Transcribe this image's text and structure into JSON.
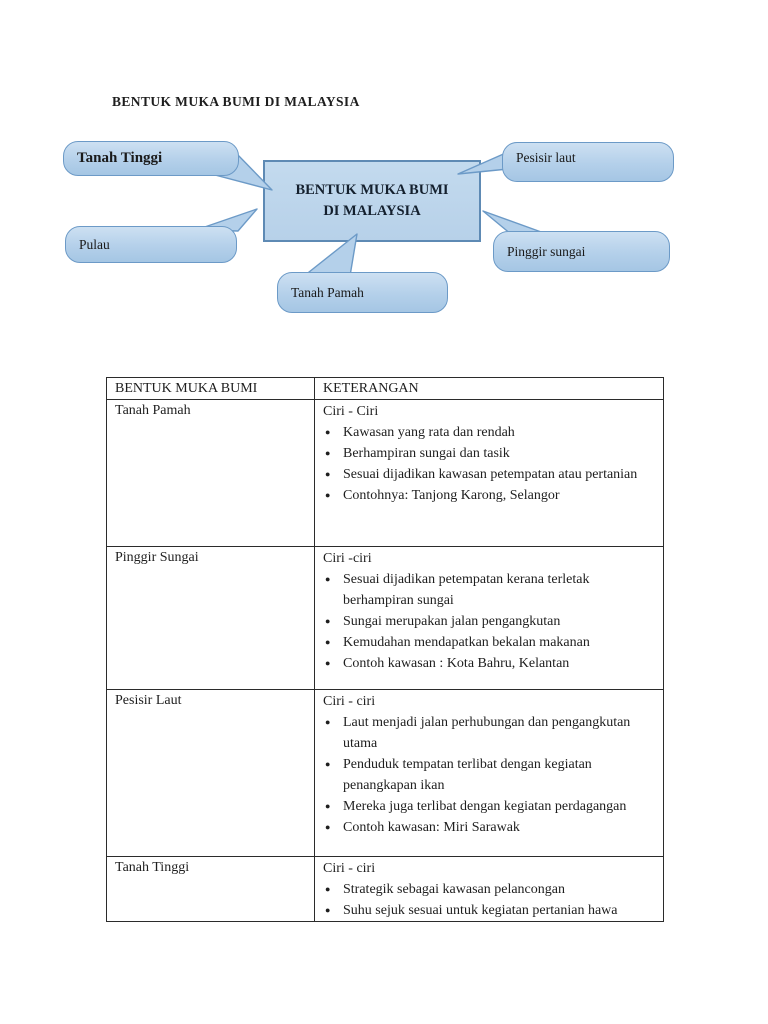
{
  "title": "BENTUK MUKA BUMI DI MALAYSIA",
  "diagram": {
    "center_box": {
      "line1": "BENTUK MUKA BUMI",
      "line2": "DI MALAYSIA"
    },
    "callouts": {
      "tanah_tinggi": "Tanah Tinggi",
      "pesisir_laut": "Pesisir laut",
      "pulau": "Pulau",
      "pinggir_sungai": "Pinggir sungai",
      "tanah_pamah": "Tanah Pamah"
    },
    "colors": {
      "shape_fill": "#b4d0ea",
      "shape_border": "#6c9ac7",
      "center_box_fill": "#bcd4ea",
      "center_box_border": "#5e8ab4"
    }
  },
  "table": {
    "bullet_glyph": "●",
    "headers": [
      "BENTUK MUKA BUMI",
      "KETERANGAN"
    ],
    "rows": [
      {
        "landform": "Tanah Pamah",
        "ciri_heading": "Ciri - Ciri",
        "bullets": [
          "Kawasan yang rata dan rendah",
          "Berhampiran sungai dan tasik",
          "Sesuai dijadikan kawasan petempatan atau pertanian",
          "Contohnya: Tanjong Karong, Selangor"
        ]
      },
      {
        "landform": "Pinggir Sungai",
        "ciri_heading": "Ciri -ciri",
        "bullets": [
          "Sesuai dijadikan petempatan kerana terletak berhampiran sungai",
          "Sungai merupakan jalan pengangkutan",
          "Kemudahan mendapatkan bekalan makanan",
          "Contoh kawasan : Kota Bahru, Kelantan"
        ]
      },
      {
        "landform": "Pesisir Laut",
        "ciri_heading": "Ciri - ciri",
        "bullets": [
          "Laut menjadi jalan perhubungan dan pengangkutan utama",
          "Penduduk tempatan terlibat dengan kegiatan penangkapan ikan",
          "Mereka juga terlibat dengan kegiatan perdagangan",
          "Contoh kawasan: Miri Sarawak"
        ]
      },
      {
        "landform": "Tanah Tinggi",
        "ciri_heading": "Ciri - ciri",
        "bullets": [
          "Strategik sebagai kawasan pelancongan",
          "Suhu sejuk sesuai untuk kegiatan pertanian hawa"
        ]
      }
    ]
  }
}
